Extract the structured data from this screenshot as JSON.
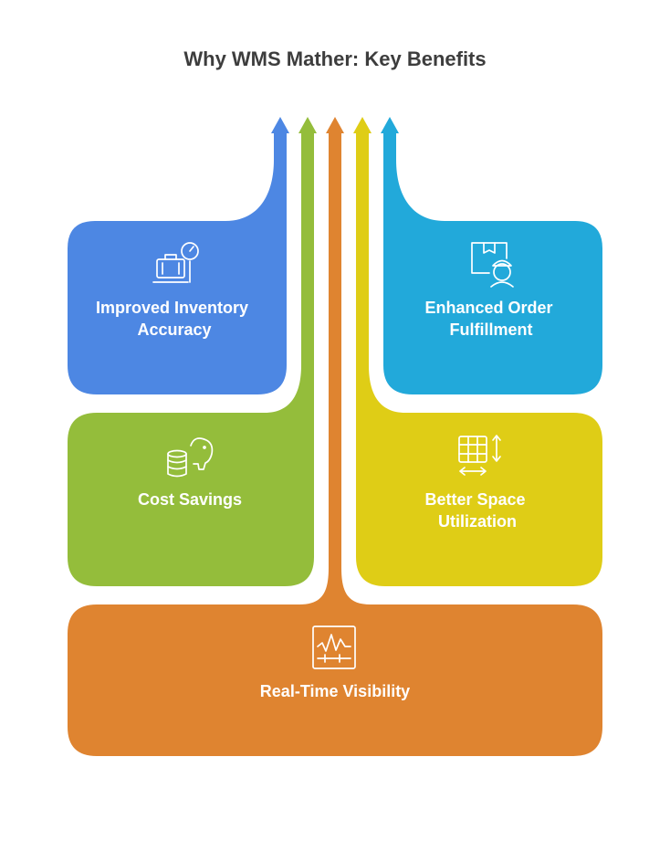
{
  "title": "Why WMS Mather: Key Benefits",
  "benefits": [
    {
      "id": "inventory",
      "lines": [
        "Improved Inventory",
        "Accuracy"
      ],
      "icon": "inventory-scale-icon",
      "color": "#4d87e3"
    },
    {
      "id": "fulfillment",
      "lines": [
        "Enhanced Order",
        "Fulfillment"
      ],
      "icon": "package-worker-icon",
      "color": "#22a9da"
    },
    {
      "id": "cost",
      "lines": [
        "Cost Savings"
      ],
      "icon": "coins-piggy-bank-icon",
      "color": "#94bd3b"
    },
    {
      "id": "space",
      "lines": [
        "Better Space",
        "Utilization"
      ],
      "icon": "grid-resize-icon",
      "color": "#dfcd16"
    },
    {
      "id": "visibility",
      "lines": [
        "Real-Time Visibility"
      ],
      "icon": "monitor-pulse-icon",
      "color": "#df8430"
    }
  ]
}
